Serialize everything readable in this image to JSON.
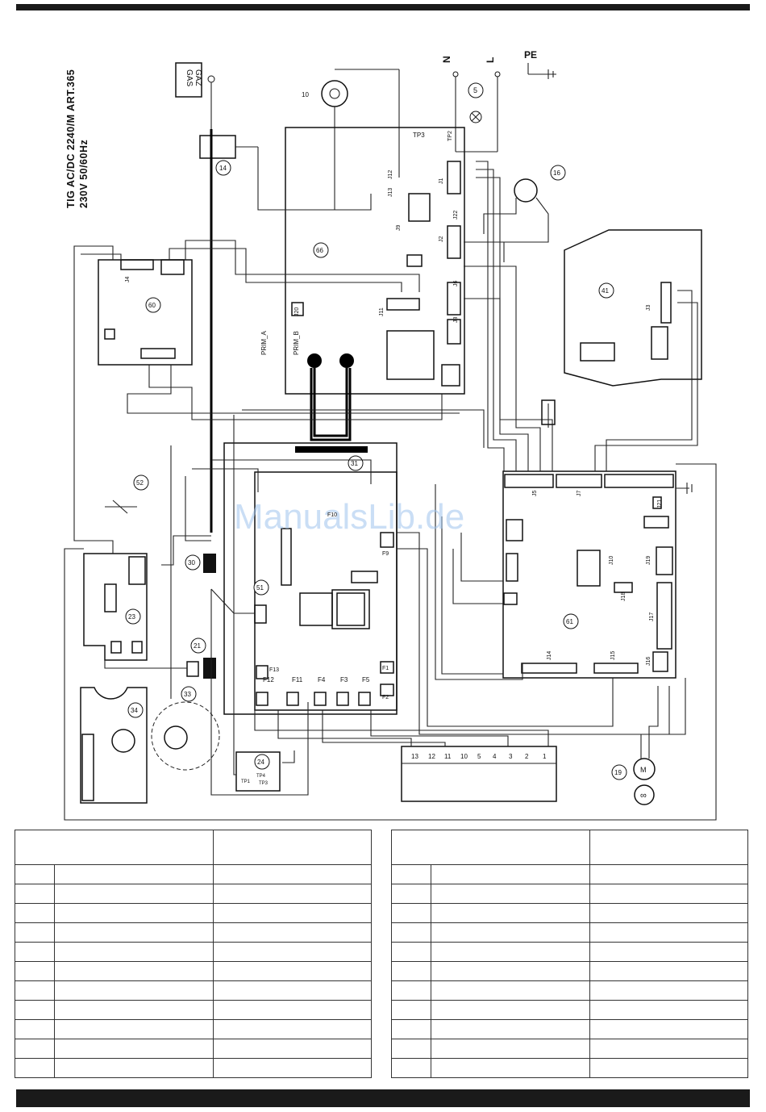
{
  "title": {
    "line1": "TIG AC/DC 2240/M ART.365",
    "line2": "230V 50/60Hz"
  },
  "watermark": "ManualsLib.de",
  "gas_label": {
    "top": "GAS",
    "bottom": "GAZ"
  },
  "mains": {
    "neutral": "N",
    "line": "L",
    "earth": "PE"
  },
  "component_refs": [
    "10",
    "5",
    "16",
    "14",
    "66",
    "60",
    "41",
    "52",
    "31",
    "30",
    "51",
    "23",
    "21",
    "33",
    "34",
    "24",
    "61",
    "19"
  ],
  "connector_labels": [
    "J1",
    "J2",
    "J3",
    "J4",
    "J5",
    "J6",
    "J7",
    "J8",
    "J9",
    "J10",
    "J11",
    "J12",
    "J13",
    "J14",
    "J15",
    "J16",
    "J17",
    "J18",
    "J19",
    "J20",
    "J21",
    "J22"
  ],
  "test_points": [
    "TP1",
    "TP2",
    "TP3",
    "TP4"
  ],
  "fuses": [
    "F1",
    "F2",
    "F3",
    "F4",
    "F5",
    "F9",
    "F10",
    "F11",
    "F12",
    "F13"
  ],
  "prim_labels": [
    "PRIM_A",
    "PRIM_B"
  ],
  "terminal_numbers": [
    "13",
    "12",
    "11",
    "10",
    "5",
    "4",
    "3",
    "2",
    "1"
  ],
  "legend_tables": {
    "left": {
      "rows": 11
    },
    "right": {
      "rows": 11
    }
  }
}
